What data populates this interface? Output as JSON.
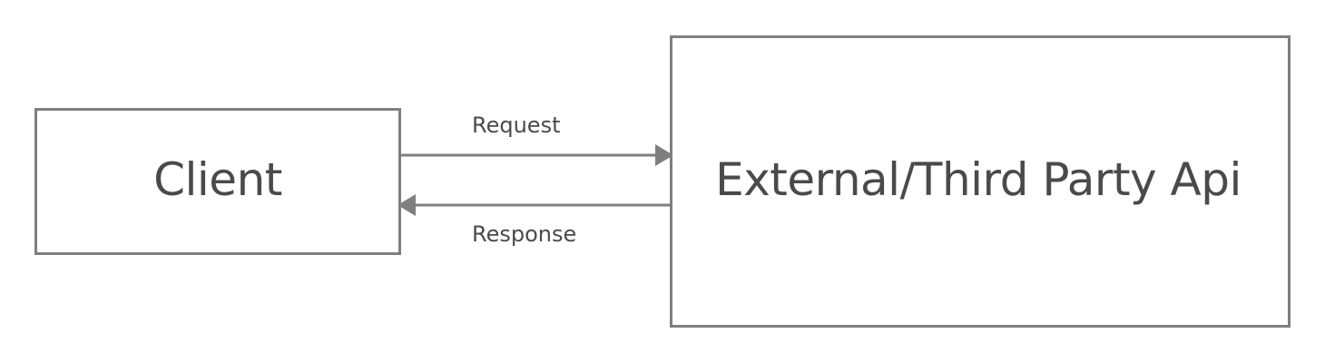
{
  "diagram": {
    "nodes": {
      "client": {
        "label": "Client"
      },
      "api": {
        "label": "External/Third Party Api"
      }
    },
    "edges": {
      "request": {
        "label": "Request",
        "from": "Client",
        "to": "External/Third Party Api"
      },
      "response": {
        "label": "Response",
        "from": "External/Third Party Api",
        "to": "Client"
      }
    }
  },
  "colors": {
    "stroke": "#7f7f7f",
    "text": "#4a4a4a",
    "background": "#ffffff"
  }
}
